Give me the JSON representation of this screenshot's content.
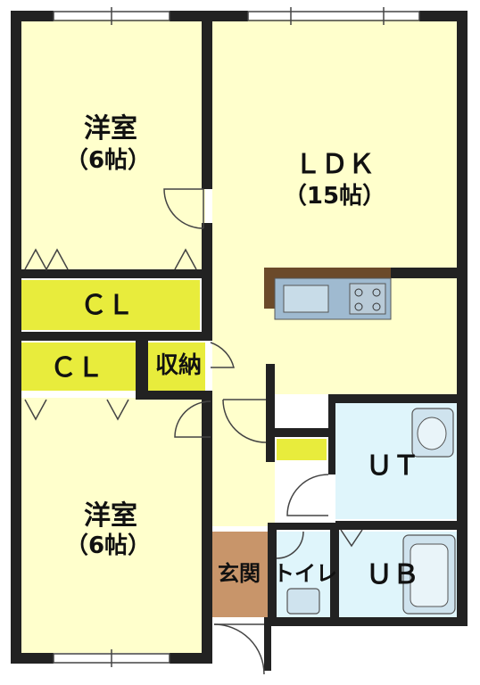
{
  "rooms": {
    "western_top": {
      "name": "洋室",
      "size": "（6帖）"
    },
    "ldk": {
      "name": "ＬＤＫ",
      "size": "（15帖）"
    },
    "closet_top": {
      "name": "ＣＬ"
    },
    "closet_mid": {
      "name": "ＣＬ"
    },
    "storage": {
      "name": "収納"
    },
    "western_bottom": {
      "name": "洋室",
      "size": "（6帖）"
    },
    "utility": {
      "name": "ＵＴ"
    },
    "bath": {
      "name": "ＵＢ"
    },
    "entrance": {
      "name": "玄関"
    },
    "toilet": {
      "name": "トイレ"
    }
  },
  "colors": {
    "room_fill": "#ffffcc",
    "closet_fill": "#e8ec3c",
    "wet_fill": "#dff5fb",
    "entrance_fill": "#c8956a",
    "wall": "#222222",
    "kitchen_counter": "#6b4a2a",
    "fixture": "#8fb5c8"
  }
}
